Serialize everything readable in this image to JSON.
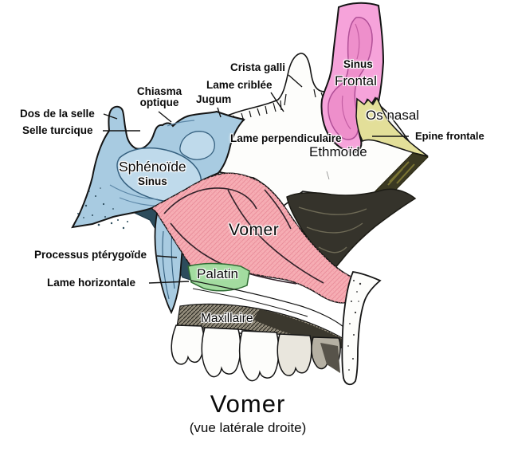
{
  "figure": {
    "title": "Vomer",
    "subtitle": "(vue latérale droite)"
  },
  "labels": {
    "dos_de_la_selle": "Dos de la selle",
    "selle_turcique": "Selle turcique",
    "chiasma_line1": "Chiasma",
    "chiasma_line2": "optique",
    "jugum": "Jugum",
    "crista_galli": "Crista galli",
    "lame_criblee": "Lame criblée",
    "sinus_frontal": "Sinus",
    "frontal": "Frontal",
    "os_nasal": "Os nasal",
    "epine_frontale": "Epine frontale",
    "lame_perpendiculaire": "Lame perpendiculaire",
    "ethmoide": "Ethmoïde",
    "sphenoide": "Sphénoïde",
    "sinus_sphenoide": "Sinus",
    "vomer": "Vomer",
    "processus_pterygoide": "Processus ptérygoïde",
    "lame_horizontale": "Lame horizontale",
    "palatin": "Palatin",
    "maxillaire": "Maxillaire"
  },
  "colors": {
    "sphenoid_blue": "#A8CBE1",
    "sinus_bubble_blue": "#BFDAEB",
    "frontal_pink": "#F6A3DA",
    "frontal_sinus_pink": "#EE8FCB",
    "vomer_red": "#F6AEB4",
    "palatine_green": "#A3DCA0",
    "nasal_yellow": "#E3DF99",
    "dark_slate": "#2C4C5C",
    "dark_mass": "#35332B",
    "ink": "#141414"
  }
}
